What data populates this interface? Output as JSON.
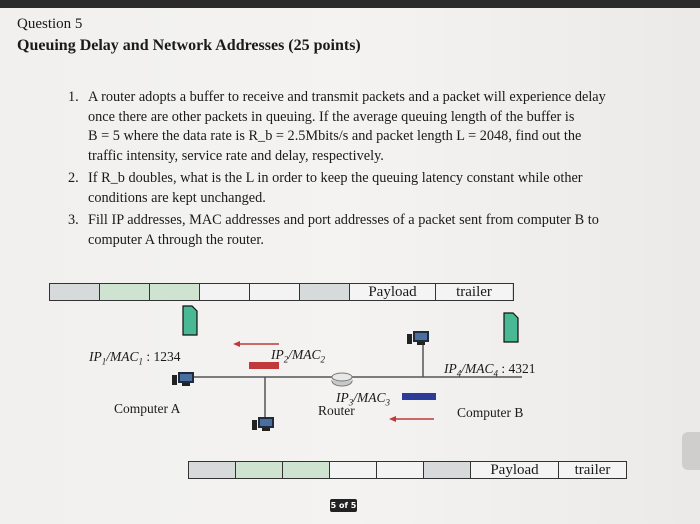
{
  "question": {
    "number": "Question 5",
    "title": "Queuing Delay and Network Addresses (25 points)"
  },
  "items": [
    {
      "num": "1.",
      "lines": [
        "A router adopts a buffer to receive and transmit packets and a packet will experience delay",
        "once there are other packets in queuing. If the average queuing length of the buffer is",
        "B = 5 where the data rate is R_b = 2.5Mbits/s and packet length L = 2048, find out the",
        "traffic intensity, service rate and delay, respectively."
      ]
    },
    {
      "num": "2.",
      "lines": [
        "If R_b doubles, what is the L in order to keep the queuing latency constant while other",
        "conditions are kept unchanged."
      ]
    },
    {
      "num": "3.",
      "lines": [
        "Fill IP addresses, MAC addresses and port addresses of a packet sent from computer B to",
        "computer A through the router."
      ]
    }
  ],
  "diagram": {
    "frame_top": {
      "payload": "Payload",
      "trailer": "trailer"
    },
    "frame_bottom": {
      "payload": "Payload",
      "trailer": "trailer"
    },
    "label_a_addr": "IP1/MAC1 : 1234",
    "label_router_left": "IP2/MAC2",
    "label_router_right": "IP3/MAC3",
    "label_b_addr": "IP4/MAC4 : 4321",
    "computer_a": "Computer A",
    "router": "Router",
    "computer_b": "Computer B"
  },
  "page_indicator": "5 of 5",
  "colors": {
    "frame_green": "#cfe3d1",
    "doc_green": "#49b894",
    "red_bar": "#c0393b",
    "blue_bar": "#2c3a9a"
  }
}
